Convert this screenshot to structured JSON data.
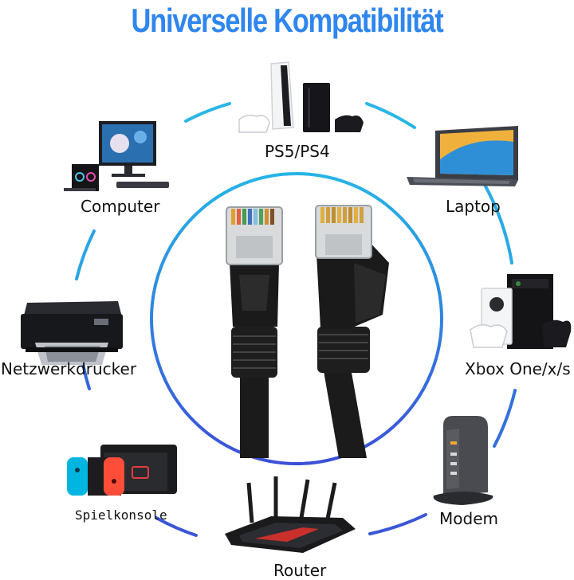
{
  "title": "Universelle Kompatibilität",
  "colors": {
    "title": "#2f86ee",
    "arc_light": "#29b6e6",
    "arc_dark": "#3a55d6",
    "cable": "#1b1b1b"
  },
  "devices": [
    {
      "id": "ps5",
      "label": "PS5/PS4",
      "icon": "console-icon"
    },
    {
      "id": "laptop",
      "label": "Laptop",
      "icon": "laptop-icon"
    },
    {
      "id": "xbox",
      "label": "Xbox One/x/s",
      "icon": "xbox-icon"
    },
    {
      "id": "modem",
      "label": "Modem",
      "icon": "modem-icon"
    },
    {
      "id": "router",
      "label": "Router",
      "icon": "router-icon"
    },
    {
      "id": "spielkonsole",
      "label": "Spielkonsole",
      "icon": "switch-icon"
    },
    {
      "id": "printer",
      "label": "Netzwerkdrucker",
      "icon": "printer-icon"
    },
    {
      "id": "computer",
      "label": "Computer",
      "icon": "computer-icon"
    }
  ]
}
